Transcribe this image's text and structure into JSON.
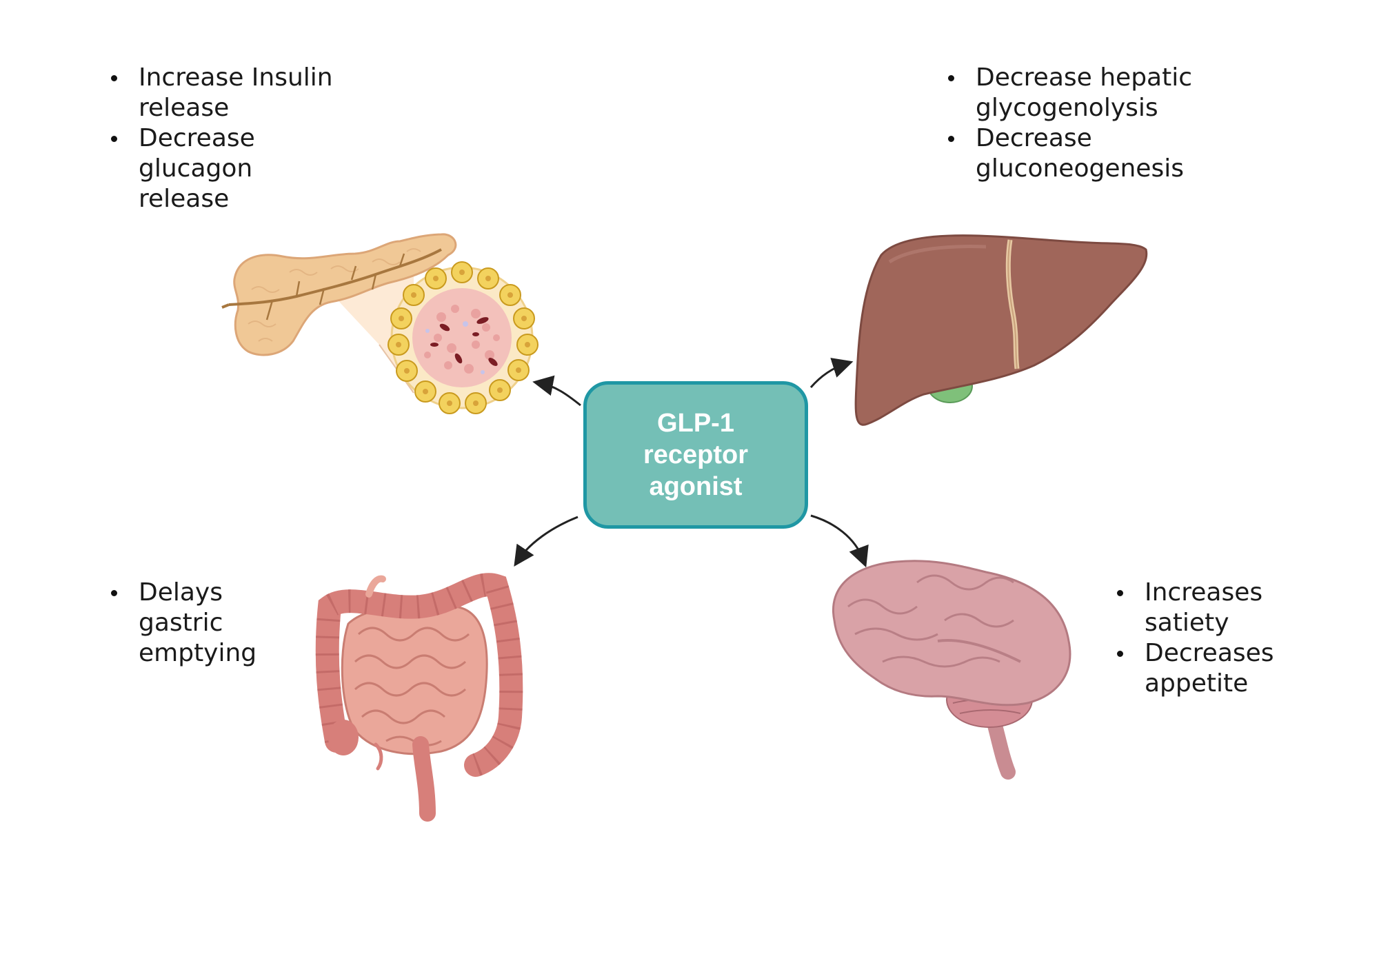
{
  "center": {
    "label": "GLP-1 receptor agonist"
  },
  "organs": {
    "pancreas": {
      "effects": [
        "Increase Insulin release",
        "Decrease glucagon release"
      ]
    },
    "liver": {
      "effects": [
        "Decrease hepatic glycogenolysis",
        "Decrease gluconeogenesis"
      ]
    },
    "intestine": {
      "effects": [
        "Delays gastric emptying"
      ]
    },
    "brain": {
      "effects": [
        "Increases satiety",
        "Decreases appetite"
      ]
    }
  },
  "colors": {
    "box_fill": "#74bfb6",
    "box_border": "#1f97a4",
    "pancreas": "#f0c896",
    "islet_yellow": "#f3d25e",
    "liver": "#a0665a",
    "gallbladder": "#7fc07a",
    "intestine": "#eaa79a",
    "colon": "#d77f7a",
    "brain": "#d9a2a7",
    "arrow": "#222222"
  },
  "icons": [
    "pancreas-icon",
    "liver-icon",
    "intestine-icon",
    "brain-icon",
    "arrow-icon"
  ]
}
